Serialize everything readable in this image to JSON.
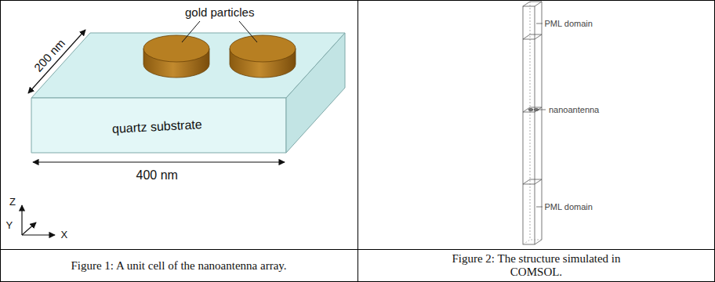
{
  "diagram": {
    "labels": [
      "gold particles",
      "quartz substrate",
      "200 nm",
      "400 nm",
      "Z",
      "Y",
      "X",
      "PML domain",
      "nanoantenna",
      "PML domain",
      "Figure 1: A unit cell of the nanoantenna array.",
      "Figure 2: The structure simulated in COMSOL."
    ]
  }
}
